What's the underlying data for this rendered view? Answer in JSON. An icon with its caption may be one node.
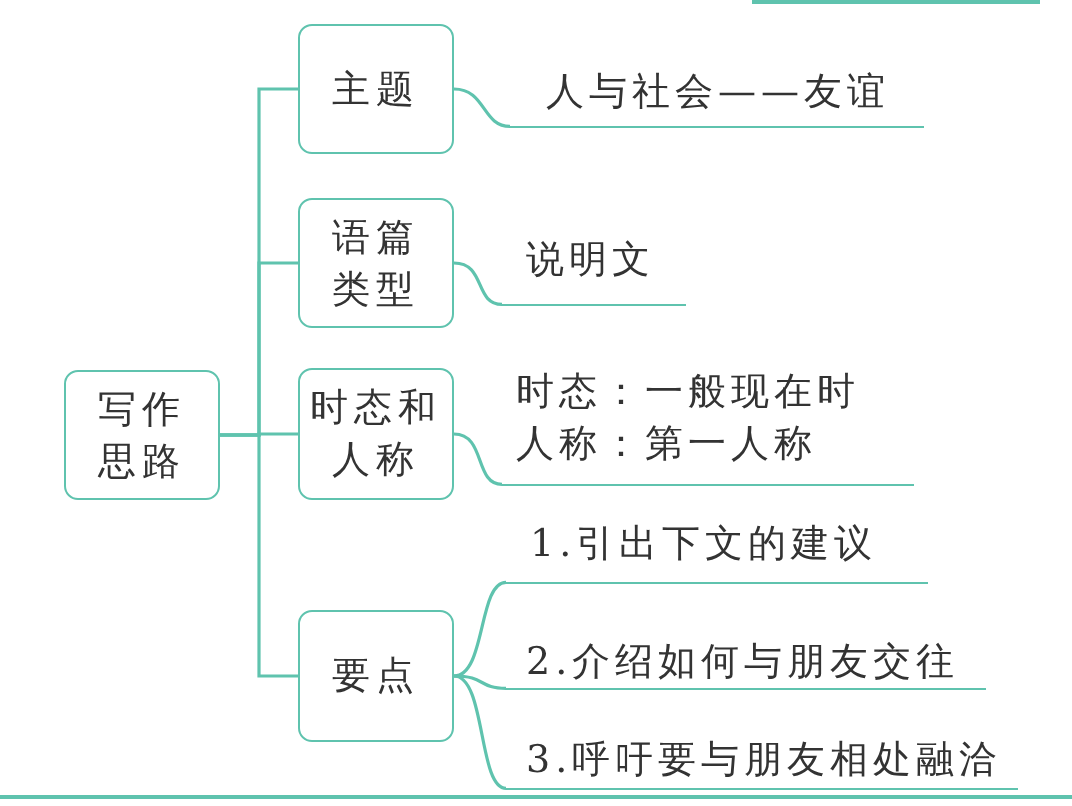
{
  "diagram": {
    "nodes": [
      {
        "text": [
          "写作思路"
        ]
      },
      {
        "text": [
          "主题"
        ]
      },
      {
        "text": [
          "语篇类型"
        ]
      },
      {
        "text": [
          "时态和人称"
        ]
      },
      {
        "text": [
          "要点"
        ]
      },
      {
        "text": [
          "人与社会——友谊"
        ]
      },
      {
        "text": [
          "说明文"
        ]
      },
      {
        "text": [
          "时态：一般现在时",
          "人称：第一人称"
        ]
      },
      {
        "text": [
          "1.引出下文的建议"
        ]
      },
      {
        "text": [
          "2.介绍如何与朋友交往"
        ]
      },
      {
        "text": [
          "3.呼吁要与朋友相处融洽"
        ]
      }
    ],
    "edges": [
      {
        "from": 0,
        "to": 1,
        "arrow": "none"
      },
      {
        "from": 0,
        "to": 2,
        "arrow": "none"
      },
      {
        "from": 0,
        "to": 3,
        "arrow": "none"
      },
      {
        "from": 0,
        "to": 4,
        "arrow": "none"
      },
      {
        "from": 1,
        "to": 5,
        "arrow": "none"
      },
      {
        "from": 2,
        "to": 6,
        "arrow": "none"
      },
      {
        "from": 3,
        "to": 7,
        "arrow": "none"
      },
      {
        "from": 4,
        "to": 8,
        "arrow": "none"
      },
      {
        "from": 4,
        "to": 9,
        "arrow": "none"
      },
      {
        "from": 4,
        "to": 10,
        "arrow": "none"
      }
    ]
  }
}
